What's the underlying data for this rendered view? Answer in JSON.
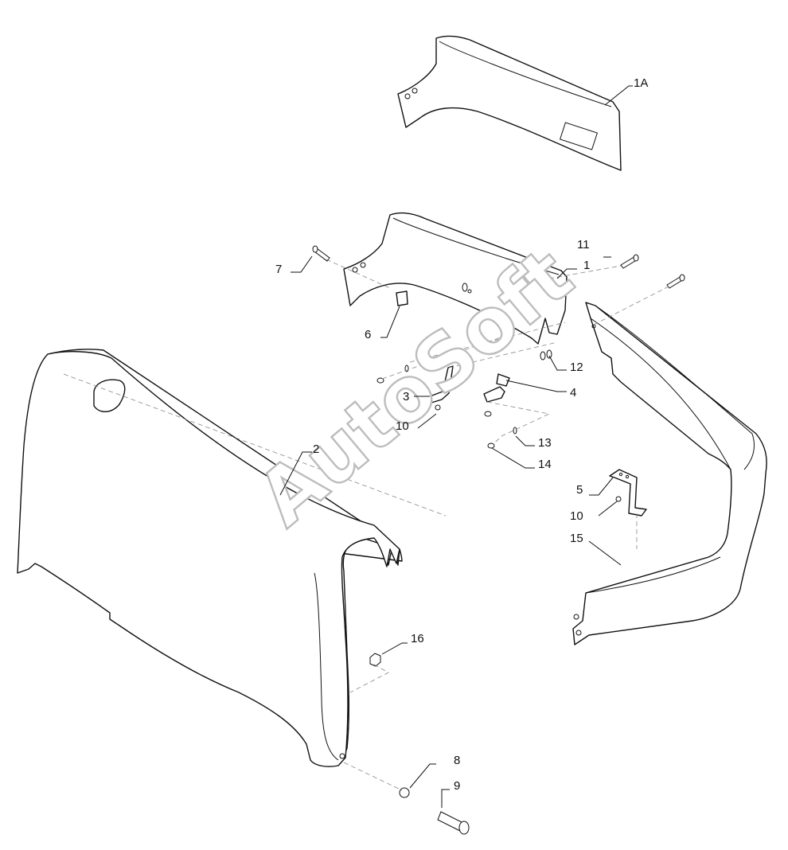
{
  "watermark": "AutoSoft",
  "callouts": {
    "c1A": "1A",
    "c1": "1",
    "c2": "2",
    "c3": "3",
    "c4": "4",
    "c5": "5",
    "c6": "6",
    "c7": "7",
    "c8": "8",
    "c9": "9",
    "c10a": "10",
    "c10b": "10",
    "c11": "11",
    "c12": "12",
    "c13": "13",
    "c14": "14",
    "c15": "15",
    "c16": "16"
  }
}
